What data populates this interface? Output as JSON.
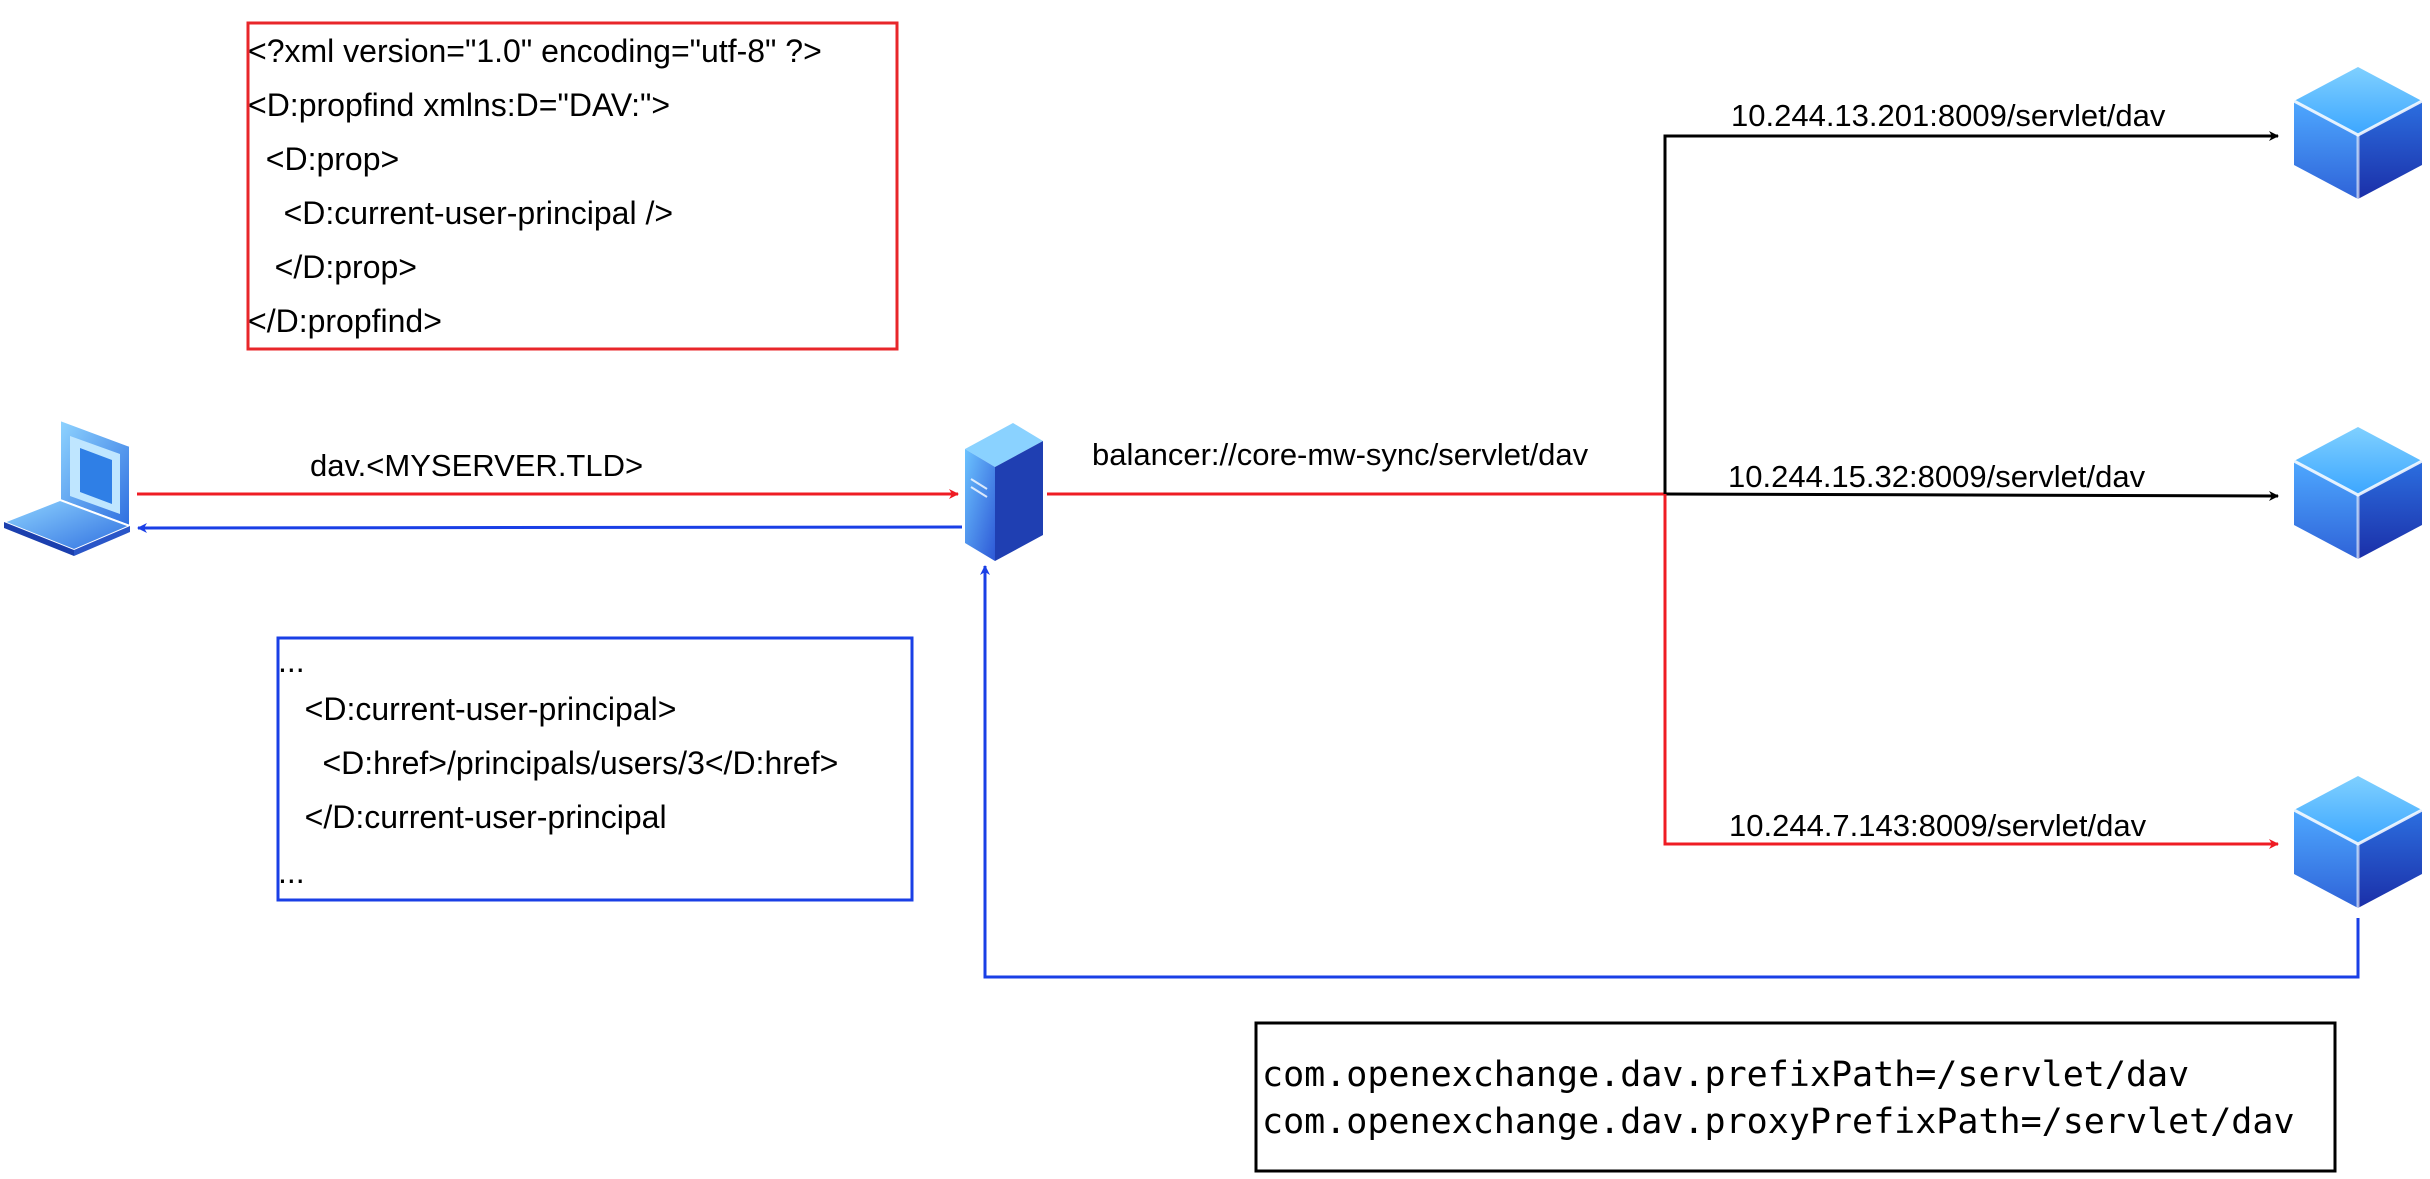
{
  "request_box": {
    "lines": [
      "<?xml version=\"1.0\" encoding=\"utf-8\" ?>",
      "<D:propfind xmlns:D=\"DAV:\">",
      "  <D:prop>",
      "    <D:current-user-principal />",
      "   </D:prop>",
      "</D:propfind>"
    ],
    "border_color": "#e8262a"
  },
  "response_box": {
    "lines": [
      "...",
      "   <D:current-user-principal>",
      "     <D:href>/principals/users/3</D:href>",
      "   </D:current-user-principal",
      "..."
    ],
    "border_color": "#1a3fe6"
  },
  "config_box": {
    "lines": [
      "com.openexchange.dav.prefixPath=/servlet/dav",
      "com.openexchange.dav.proxyPrefixPath=/servlet/dav"
    ]
  },
  "labels": {
    "client_request": "dav.<MYSERVER.TLD>",
    "balancer": "balancer://core-mw-sync/servlet/dav",
    "backend_1": "10.244.13.201:8009/servlet/dav",
    "backend_2": "10.244.15.32:8009/servlet/dav",
    "backend_3": "10.244.7.143:8009/servlet/dav"
  },
  "icons": {
    "client": "laptop-icon",
    "proxy": "server-icon",
    "backends": [
      "cube-icon",
      "cube-icon",
      "cube-icon"
    ]
  },
  "colors": {
    "request": "#ef1c24",
    "response": "#1a3fe6",
    "inactive": "#000000"
  }
}
